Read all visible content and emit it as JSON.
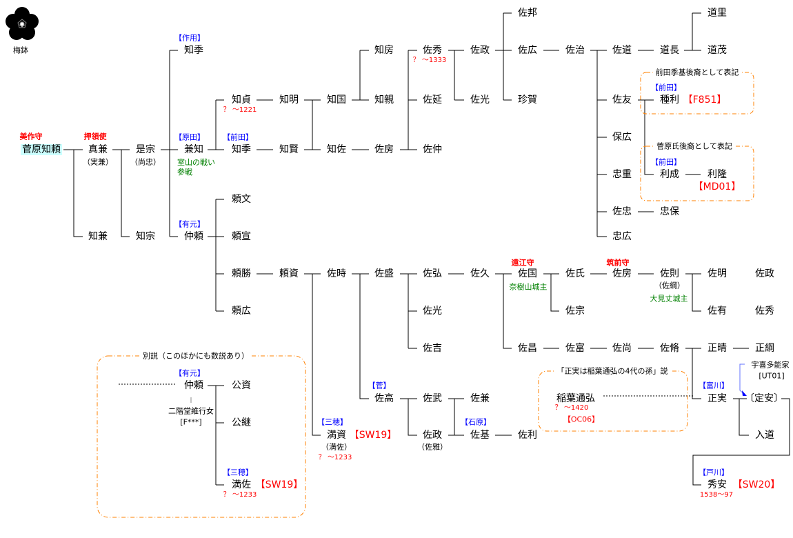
{
  "crest": {
    "label": "梅鉢"
  },
  "names": {
    "tomoyori": "菅原知頼",
    "sanekane": "真兼",
    "sanekane_alt": "（実兼）",
    "koremune": "是宗",
    "koremune_alt": "（尚忠）",
    "tomokane": "知兼",
    "tomomune": "知宗",
    "kanetomo": "兼知",
    "tomosue1": "知季",
    "nakayori": "仲頼",
    "tomosada": "知貞",
    "tomosue2": "知季",
    "tomoaki": "知明",
    "tomokata": "知賢",
    "tomokuni": "知国",
    "tomosuke": "知佐",
    "tomofusa": "知房",
    "tomochika": "知親",
    "sukefusa1": "佐房",
    "suehide": "佐秀",
    "sukenobu": "佐延",
    "sukenaka": "佐仲",
    "sukemasa1": "佐政",
    "sukemitsu1": "佐光",
    "sukekuni1": "佐邦",
    "sukehiro": "佐広",
    "chinga": "珍賀",
    "sukeharu": "佐治",
    "sukemichi": "佐道",
    "suketomo": "佐友",
    "yasuhiro": "保広",
    "tadashige": "忠重",
    "suketada": "佐忠",
    "tadahiro": "忠広",
    "michinaga": "道長",
    "michisato": "道里",
    "michishige": "道茂",
    "tanetoshi": "種利",
    "toshinari": "利成",
    "toshitaka": "利隆",
    "tadayasu": "忠保",
    "yoribumi": "頼文",
    "yorinobu": "頼宣",
    "yorikatsu": "頼勝",
    "yorihiro": "頼広",
    "yorisuke": "頼資",
    "suketoki": "佐時",
    "sukemori": "佐盛",
    "sukehiro2": "佐弘",
    "sukemitsu2": "佐光",
    "sukeyoshi": "佐吉",
    "sukehisa": "佐久",
    "sukekuni2": "佐国",
    "sukeuji": "佐氏",
    "sukemune": "佐宗",
    "sukefusa2": "佐房",
    "sukenori": "佐則",
    "sukenori_alt": "（佐綱）",
    "sukeaki": "佐明",
    "sukearu": "佐有",
    "sukemasa2": "佐政",
    "sukehide2": "佐秀",
    "sukemasa_sho": "佐昌",
    "suketomi": "佐富",
    "sukenao": "佐尚",
    "sukenaga": "佐脩",
    "masaharu": "正晴",
    "masatsuna": "正綱",
    "masazane": "正実",
    "sadayasu": "〔定安〕",
    "nyudo": "入道",
    "ukita": "宇喜多能家",
    "ukita_code": "[UT01]",
    "hideyasu": "秀安",
    "inaba": "稲葉通弘",
    "suketaka": "佐高",
    "suketake": "佐武",
    "sukekane": "佐兼",
    "sukemasa3": "佐政",
    "sukemasa3_alt": "（佐雅）",
    "sukemoto": "佐基",
    "suketoshi": "佐利",
    "mitsusuke": "満資",
    "mitsusuke_alt": "（満佐）",
    "alt_nakayori": "仲頼",
    "kimisuke": "公資",
    "kimitsugu": "公継",
    "mitsusuke2": "満佐",
    "nikaido": "二階堂維行女",
    "nikaido_code": "[F***]"
  },
  "offices": {
    "mimasaka": "美作守",
    "oryoshi": "押領使",
    "totomi": "遠江守",
    "chikuzen": "筑前守"
  },
  "clans": {
    "sayo": "【作用】",
    "harada": "【原田】",
    "maeda1": "【前田】",
    "arimoto": "【有元】",
    "maeda2": "【前田】",
    "maeda3": "【前田】",
    "tomikawa": "【富川】",
    "togawa": "【戸川】",
    "suga": "【菅】",
    "ishihara": "【石原】",
    "miho": "【三穂】",
    "arimoto2": "【有元】",
    "miho2": "【三穂】"
  },
  "codes": {
    "f851": "【F851】",
    "md01": "【MD01】",
    "sw20": "【SW20】",
    "oc06": "【OC06】",
    "sw19": "【SW19】",
    "sw19b": "【SW19】"
  },
  "dates": {
    "tomosada": "？ ～1221",
    "suehide": "？ ～1333",
    "hideyasu": "1538～97",
    "inaba": "？ ～1420",
    "mitsusuke": "？ ～1233",
    "mitsusuke2": "？ ～1233"
  },
  "notes": {
    "muroyama1": "室山の戦い",
    "muroyama2": "参戦",
    "natsuki": "奈樹山城主",
    "omidake": "大見丈城主"
  },
  "boxes": {
    "maeda_suemoto": "前田季基後裔として表記",
    "sugawara": "菅原氏後裔として表記",
    "masazane_theory": "「正実は稲葉通弘の4代の孫」説",
    "alt_theory": "別説（このほかにも数説あり）"
  },
  "colors": {
    "highlight": "#ccffff",
    "clan": "#0000ff",
    "code": "#ff0000",
    "note": "#008000",
    "box": "#ff8000"
  }
}
